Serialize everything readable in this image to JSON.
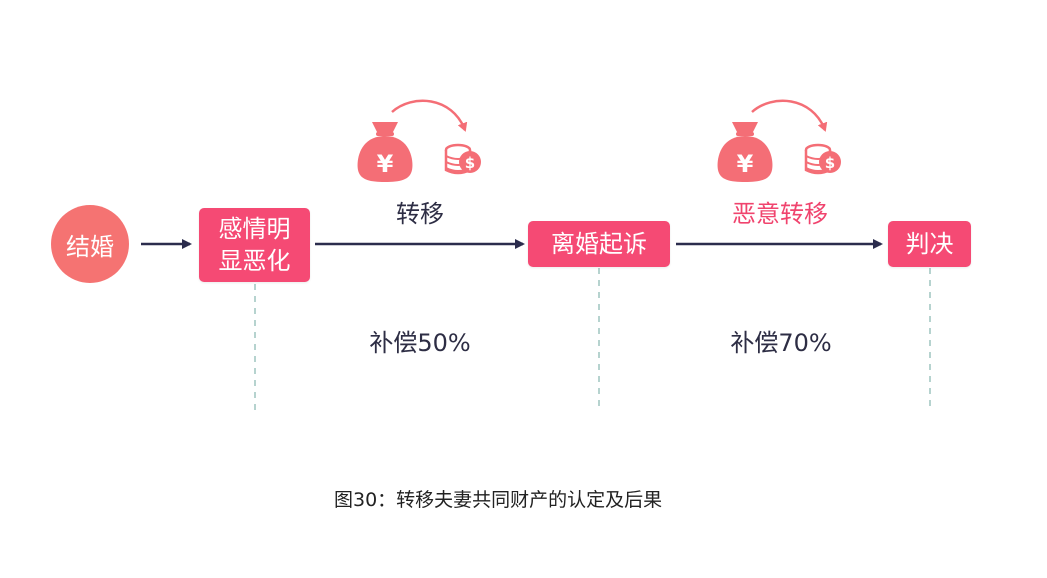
{
  "colors": {
    "box": "#f54a74",
    "circle": "#f57372",
    "arrow": "#2b2c4d",
    "dashed": "#b6d3cf",
    "icon": "#f46e76",
    "pink_text": "#f0446e"
  },
  "nodes": {
    "marriage": "结婚",
    "deteriorate_line1": "感情明",
    "deteriorate_line2": "显恶化",
    "divorce": "离婚起诉",
    "judgment": "判决"
  },
  "labels": {
    "transfer": "转移",
    "malicious_transfer": "恶意转移",
    "comp50": "补偿50%",
    "comp70": "补偿70%"
  },
  "icons": {
    "money_bag_symbol": "¥",
    "coin_symbol": "$"
  },
  "caption": "图30：转移夫妻共同财产的认定及后果"
}
